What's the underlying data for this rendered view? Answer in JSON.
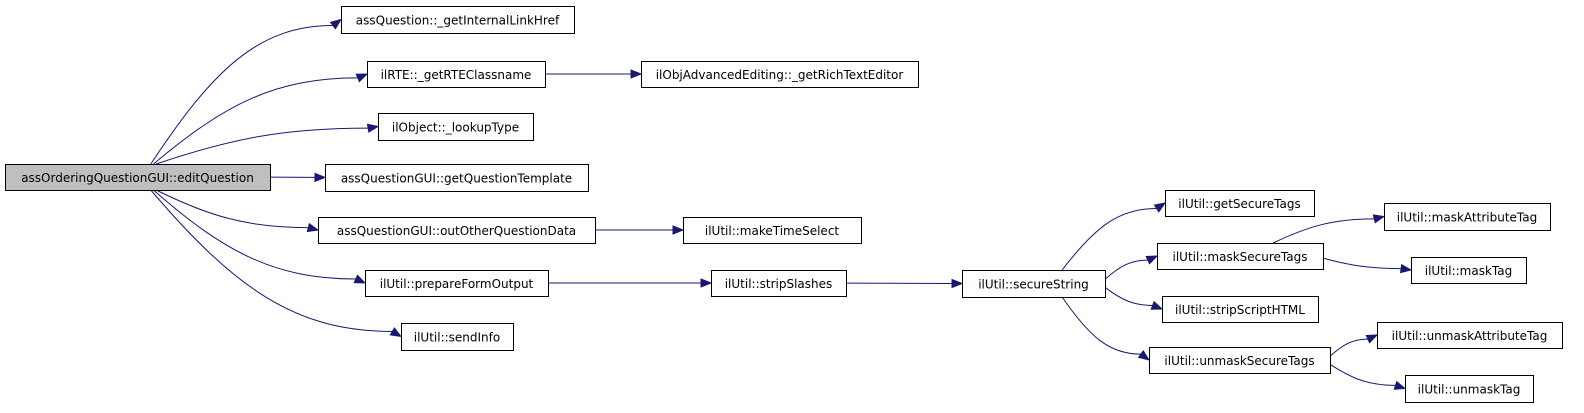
{
  "diagram": {
    "type": "call-graph",
    "edge_color": "#191970",
    "root_fill": "#bfbfbf",
    "nodes": [
      {
        "id": "root",
        "label": "assOrderingQuestionGUI::editQuestion",
        "root": true
      },
      {
        "id": "internalLinkHref",
        "label": "assQuestion::_getInternalLinkHref"
      },
      {
        "id": "rteClassname",
        "label": "ilRTE::_getRTEClassname"
      },
      {
        "id": "richTextEditor",
        "label": "ilObjAdvancedEditing::_getRichTextEditor"
      },
      {
        "id": "lookupType",
        "label": "ilObject::_lookupType"
      },
      {
        "id": "questionTemplate",
        "label": "assQuestionGUI::getQuestionTemplate"
      },
      {
        "id": "outOther",
        "label": "assQuestionGUI::outOtherQuestionData"
      },
      {
        "id": "makeTimeSelect",
        "label": "ilUtil::makeTimeSelect"
      },
      {
        "id": "prepareForm",
        "label": "ilUtil::prepareFormOutput"
      },
      {
        "id": "stripSlashes",
        "label": "ilUtil::stripSlashes"
      },
      {
        "id": "secureString",
        "label": "ilUtil::secureString"
      },
      {
        "id": "getSecureTags",
        "label": "ilUtil::getSecureTags"
      },
      {
        "id": "maskSecureTags",
        "label": "ilUtil::maskSecureTags"
      },
      {
        "id": "maskAttributeTag",
        "label": "ilUtil::maskAttributeTag"
      },
      {
        "id": "maskTag",
        "label": "ilUtil::maskTag"
      },
      {
        "id": "stripScriptHTML",
        "label": "ilUtil::stripScriptHTML"
      },
      {
        "id": "unmaskSecureTags",
        "label": "ilUtil::unmaskSecureTags"
      },
      {
        "id": "unmaskAttributeTag",
        "label": "ilUtil::unmaskAttributeTag"
      },
      {
        "id": "unmaskTag",
        "label": "ilUtil::unmaskTag"
      },
      {
        "id": "sendInfo",
        "label": "ilUtil::sendInfo"
      }
    ],
    "edges": [
      {
        "from": "root",
        "to": "internalLinkHref"
      },
      {
        "from": "root",
        "to": "rteClassname"
      },
      {
        "from": "rteClassname",
        "to": "richTextEditor"
      },
      {
        "from": "root",
        "to": "lookupType"
      },
      {
        "from": "root",
        "to": "questionTemplate"
      },
      {
        "from": "root",
        "to": "outOther"
      },
      {
        "from": "outOther",
        "to": "makeTimeSelect"
      },
      {
        "from": "root",
        "to": "prepareForm"
      },
      {
        "from": "prepareForm",
        "to": "stripSlashes"
      },
      {
        "from": "stripSlashes",
        "to": "secureString"
      },
      {
        "from": "secureString",
        "to": "getSecureTags"
      },
      {
        "from": "secureString",
        "to": "maskSecureTags"
      },
      {
        "from": "maskSecureTags",
        "to": "maskAttributeTag"
      },
      {
        "from": "maskSecureTags",
        "to": "maskTag"
      },
      {
        "from": "secureString",
        "to": "stripScriptHTML"
      },
      {
        "from": "secureString",
        "to": "unmaskSecureTags"
      },
      {
        "from": "unmaskSecureTags",
        "to": "unmaskAttributeTag"
      },
      {
        "from": "unmaskSecureTags",
        "to": "unmaskTag"
      },
      {
        "from": "root",
        "to": "sendInfo"
      }
    ]
  }
}
